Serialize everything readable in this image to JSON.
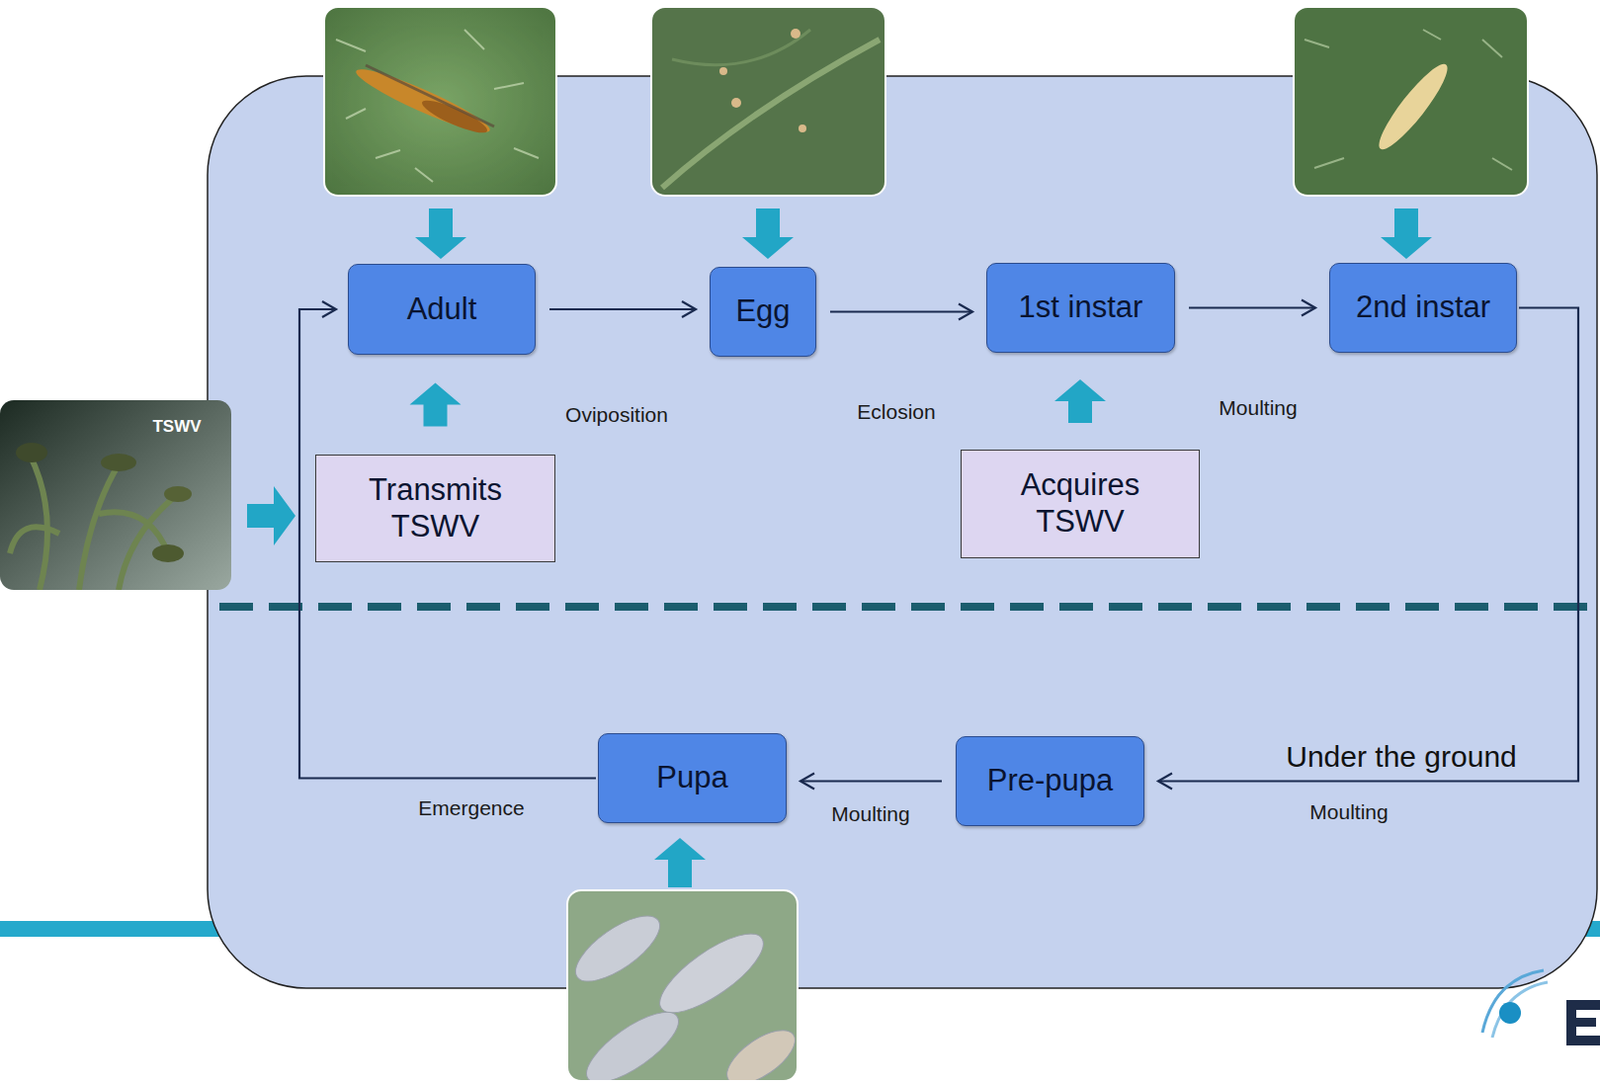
{
  "diagram": {
    "nodes": [
      {
        "text": [
          "Adult"
        ]
      },
      {
        "text": [
          "Egg"
        ]
      },
      {
        "text": [
          "1st instar"
        ]
      },
      {
        "text": [
          "2nd instar"
        ]
      },
      {
        "text": [
          "Transmits TSWV"
        ]
      },
      {
        "text": [
          "Acquires TSWV"
        ]
      },
      {
        "text": [
          "Pre-pupa"
        ]
      },
      {
        "text": [
          "Pupa"
        ]
      }
    ],
    "edges": [
      {
        "from": 0,
        "to": 1,
        "arrow": "to",
        "label": "Oviposition"
      },
      {
        "from": 1,
        "to": 2,
        "arrow": "to",
        "label": "Eclosion"
      },
      {
        "from": 2,
        "to": 3,
        "arrow": "to",
        "label": "Moulting"
      },
      {
        "from": 3,
        "to": 6,
        "arrow": "to",
        "label": "Moulting"
      },
      {
        "from": 6,
        "to": 7,
        "arrow": "to",
        "label": "Moulting"
      },
      {
        "from": 7,
        "to": 0,
        "arrow": "to",
        "label": "Emergence"
      },
      {
        "from": 4,
        "to": 0,
        "arrow": "to"
      },
      {
        "from": 5,
        "to": 2,
        "arrow": "to"
      }
    ],
    "labels": [
      "TSWV",
      "Under the ground"
    ]
  }
}
